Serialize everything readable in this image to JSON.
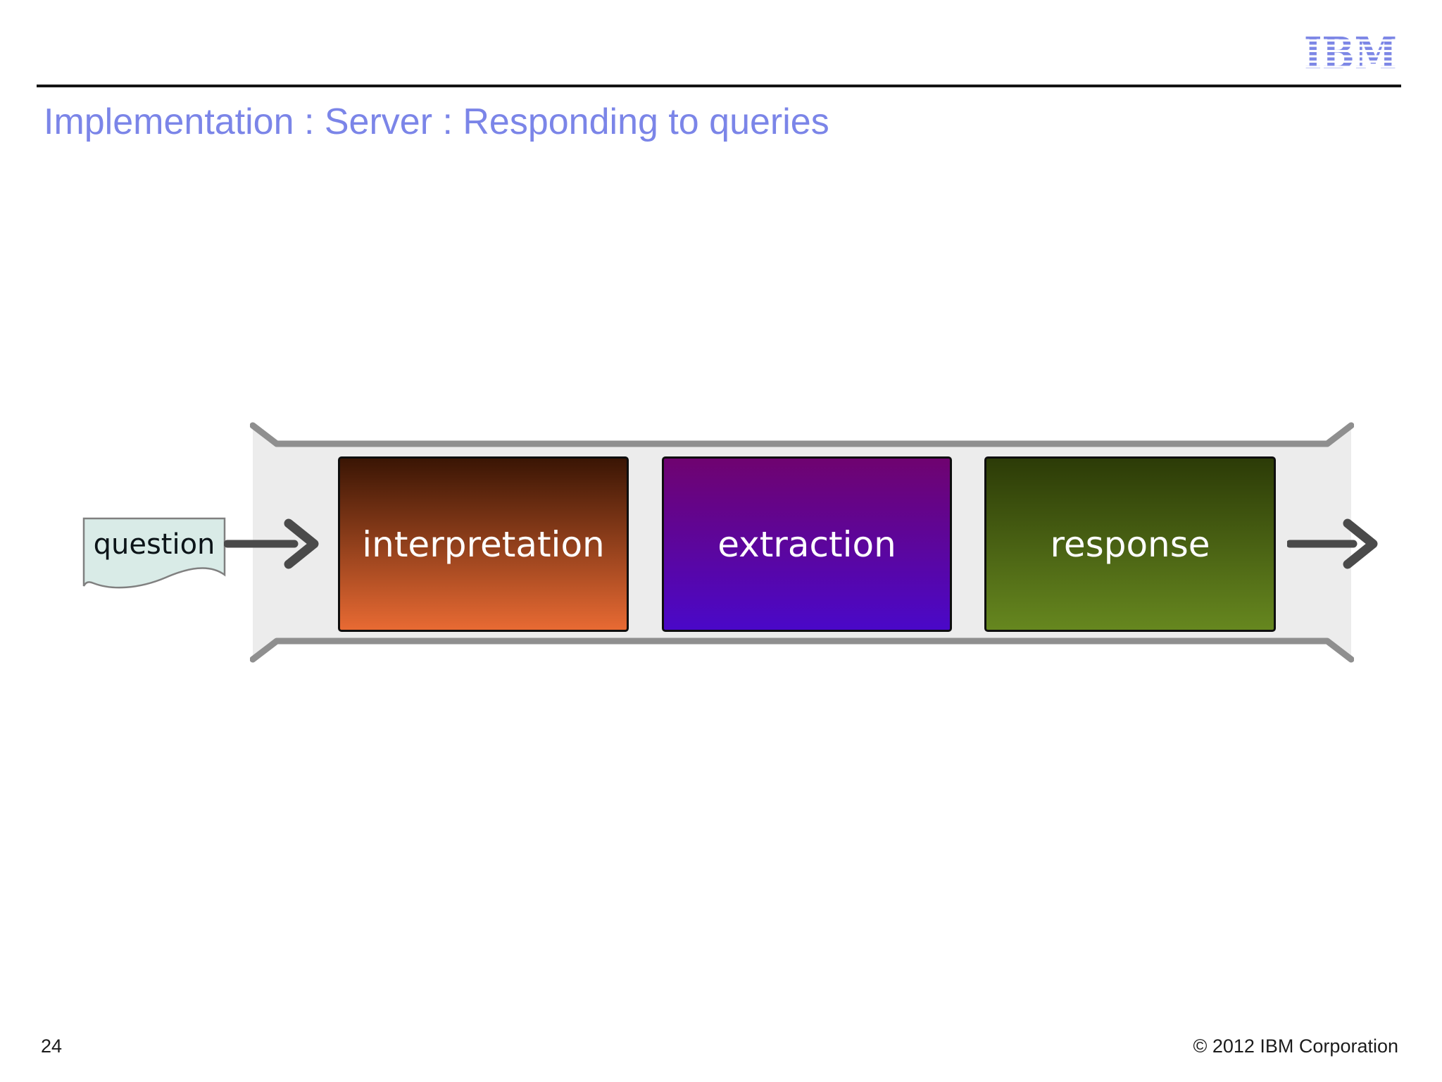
{
  "slide": {
    "title": "Implementation : Server : Responding to queries",
    "page_number": "24",
    "copyright": "© 2012 IBM Corporation",
    "logo_text": "IBM"
  },
  "diagram": {
    "input_label": "question",
    "stages": [
      {
        "label": "interpretation",
        "color_top": "#3a1504",
        "color_bottom": "#e86a33"
      },
      {
        "label": "extraction",
        "color_top": "#6f0370",
        "color_bottom": "#4a08c8"
      },
      {
        "label": "response",
        "color_top": "#2c3b07",
        "color_bottom": "#66871f"
      }
    ],
    "colors": {
      "band_fill": "#ececec",
      "band_border": "#8f8f8f",
      "box_border": "#0e0e0e",
      "arrow": "#4a4a4a",
      "question_fill": "#d9ebe7",
      "question_border": "#808080",
      "title_color": "#7b85e8",
      "logo_color": "#7d87e6",
      "header_rule_color": "#141414"
    }
  }
}
